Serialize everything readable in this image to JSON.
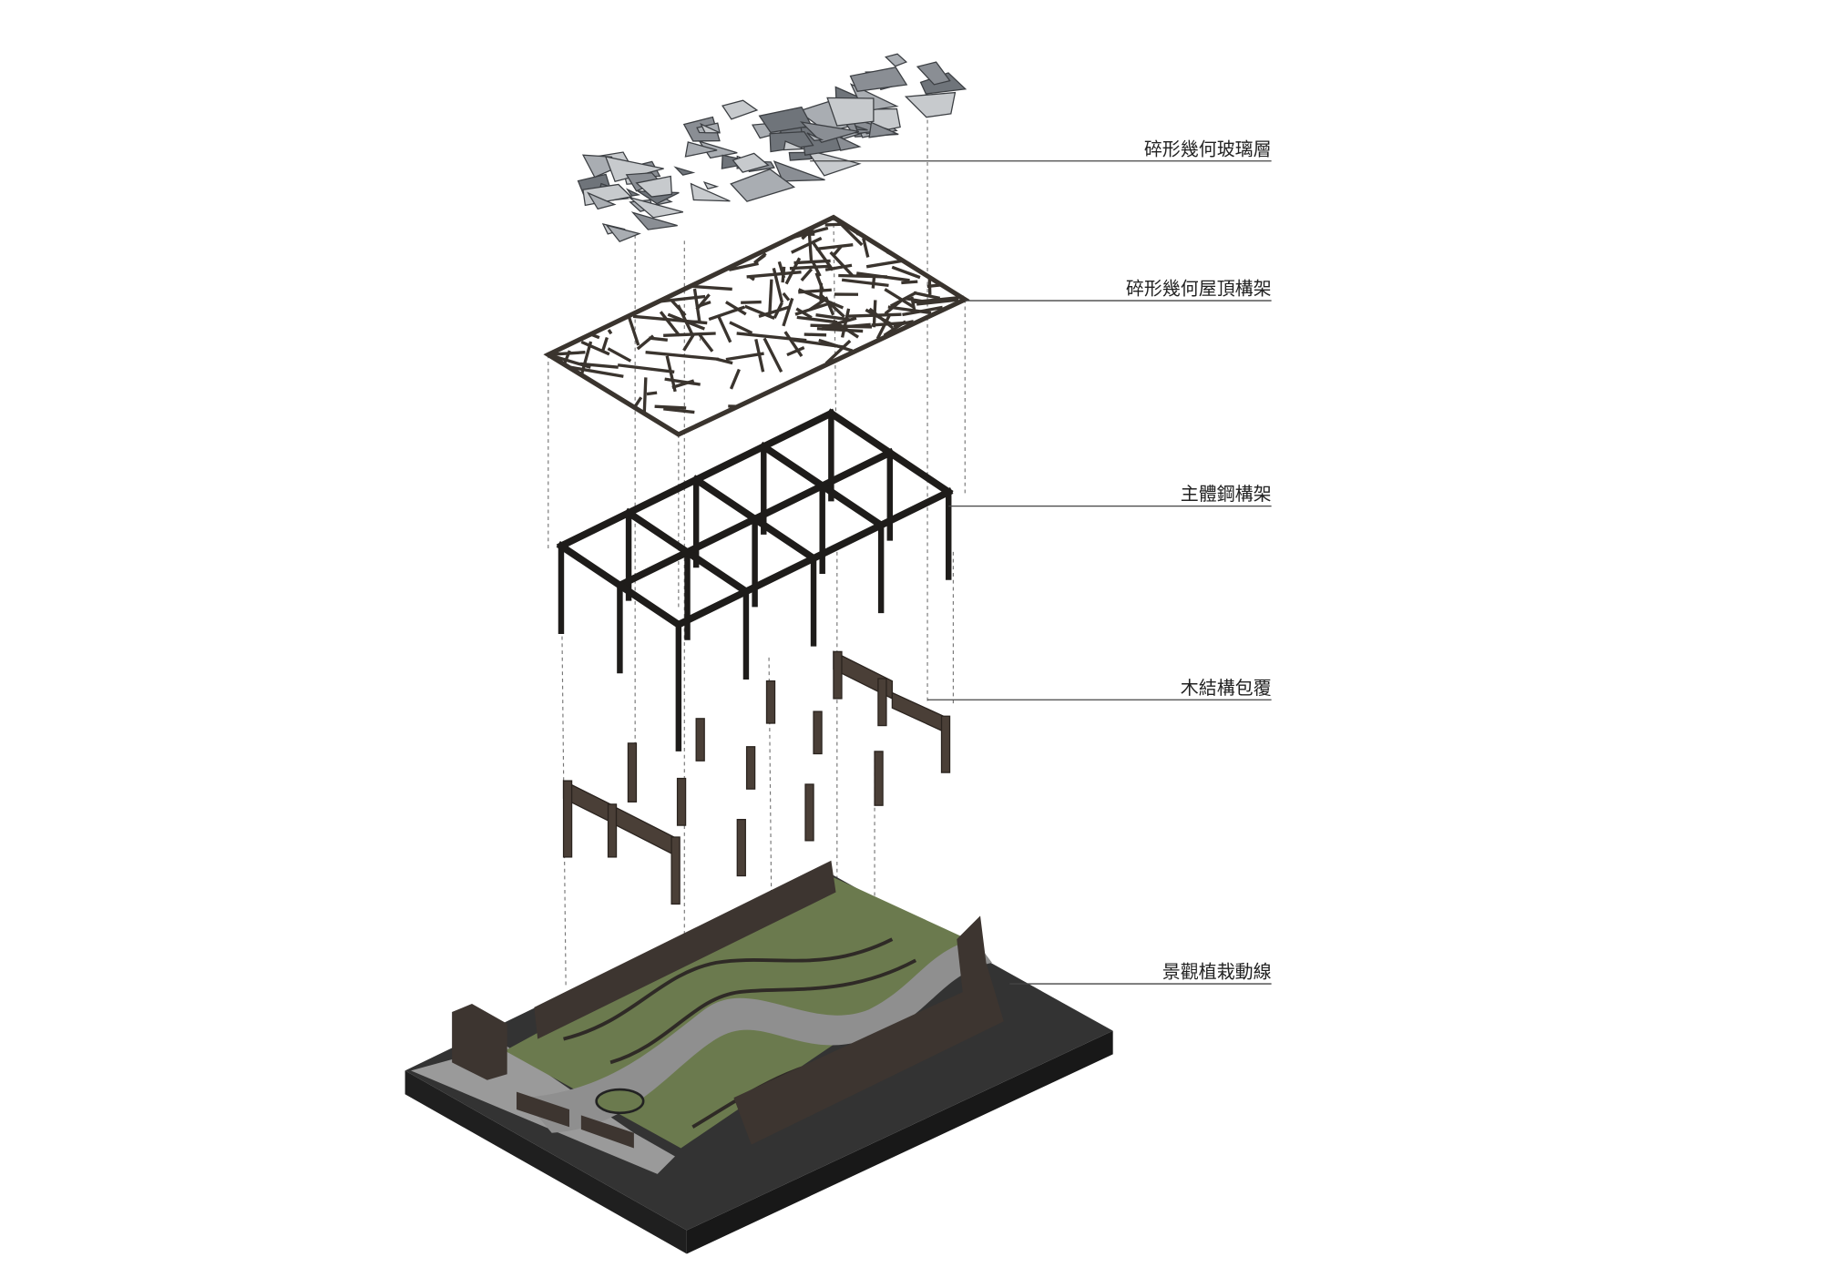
{
  "labels": [
    {
      "id": "glass",
      "text": "碎形幾何玻璃層"
    },
    {
      "id": "roof",
      "text": "碎形幾何屋頂構架"
    },
    {
      "id": "steel",
      "text": "主體鋼構架"
    },
    {
      "id": "timber",
      "text": "木結構包覆"
    },
    {
      "id": "landscape",
      "text": "景觀植栽動線"
    }
  ],
  "colors": {
    "slab": "#2f2f2f",
    "lawn": "#6b7a4e",
    "path": "#8f8f8f",
    "wall": "#3d3530",
    "steel": "#1e1c1a",
    "glass": "#8a8e94"
  }
}
